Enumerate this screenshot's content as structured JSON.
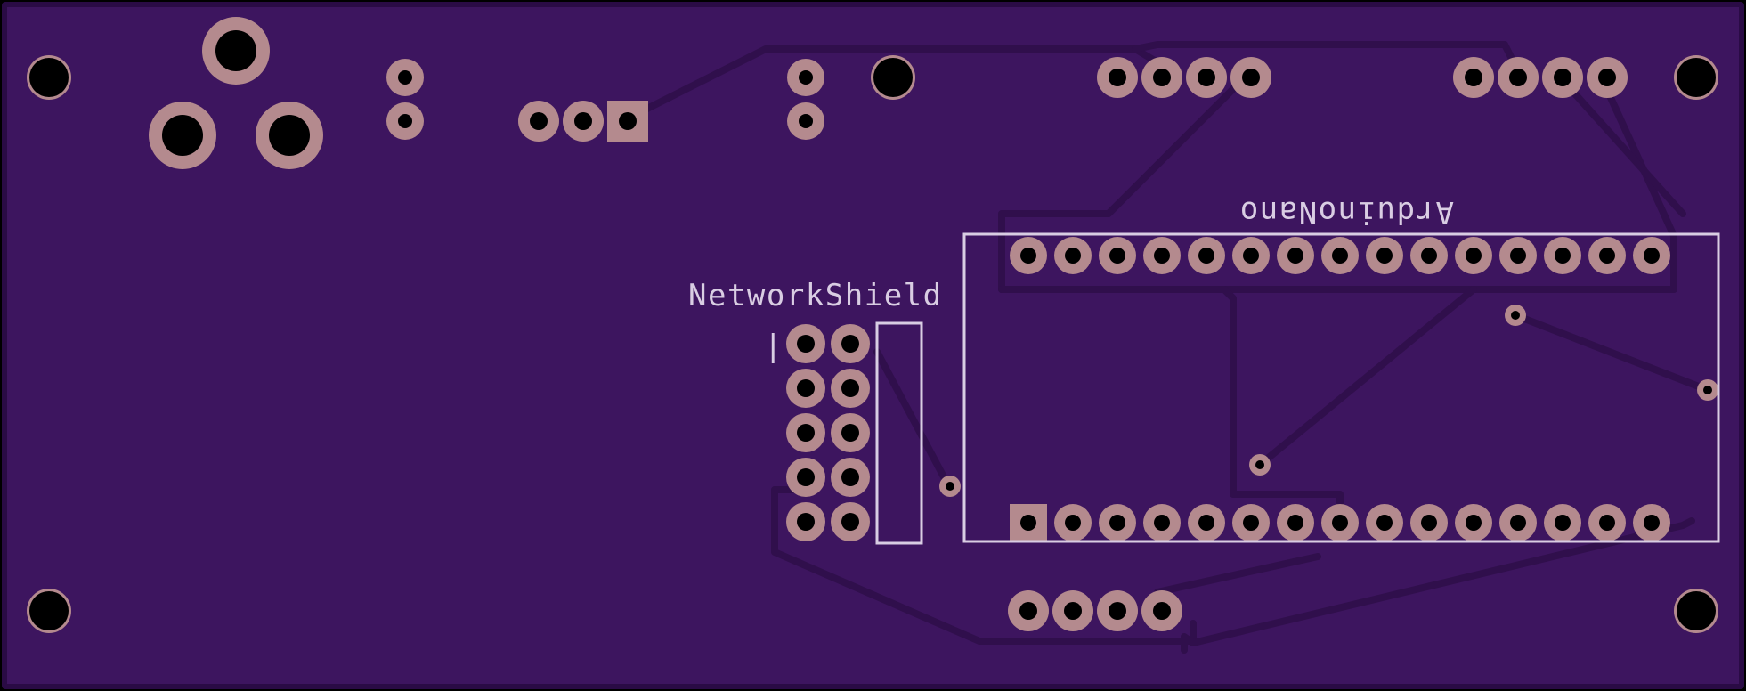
{
  "board": {
    "colors": {
      "board": "#3d155f",
      "edge": "#2a0b45",
      "trace": "#300f4c",
      "pad": "#b48a8e",
      "hole": "#000000",
      "silk": "#d9cde3"
    }
  },
  "labels": {
    "network_shield": "NetworkShield",
    "arduino_nano": "ArduinoNano",
    "pin_one_marker": "|"
  },
  "arduino_nano": {
    "pin_count_per_row": 15
  },
  "network_shield": {
    "rows": 5,
    "cols": 2
  }
}
